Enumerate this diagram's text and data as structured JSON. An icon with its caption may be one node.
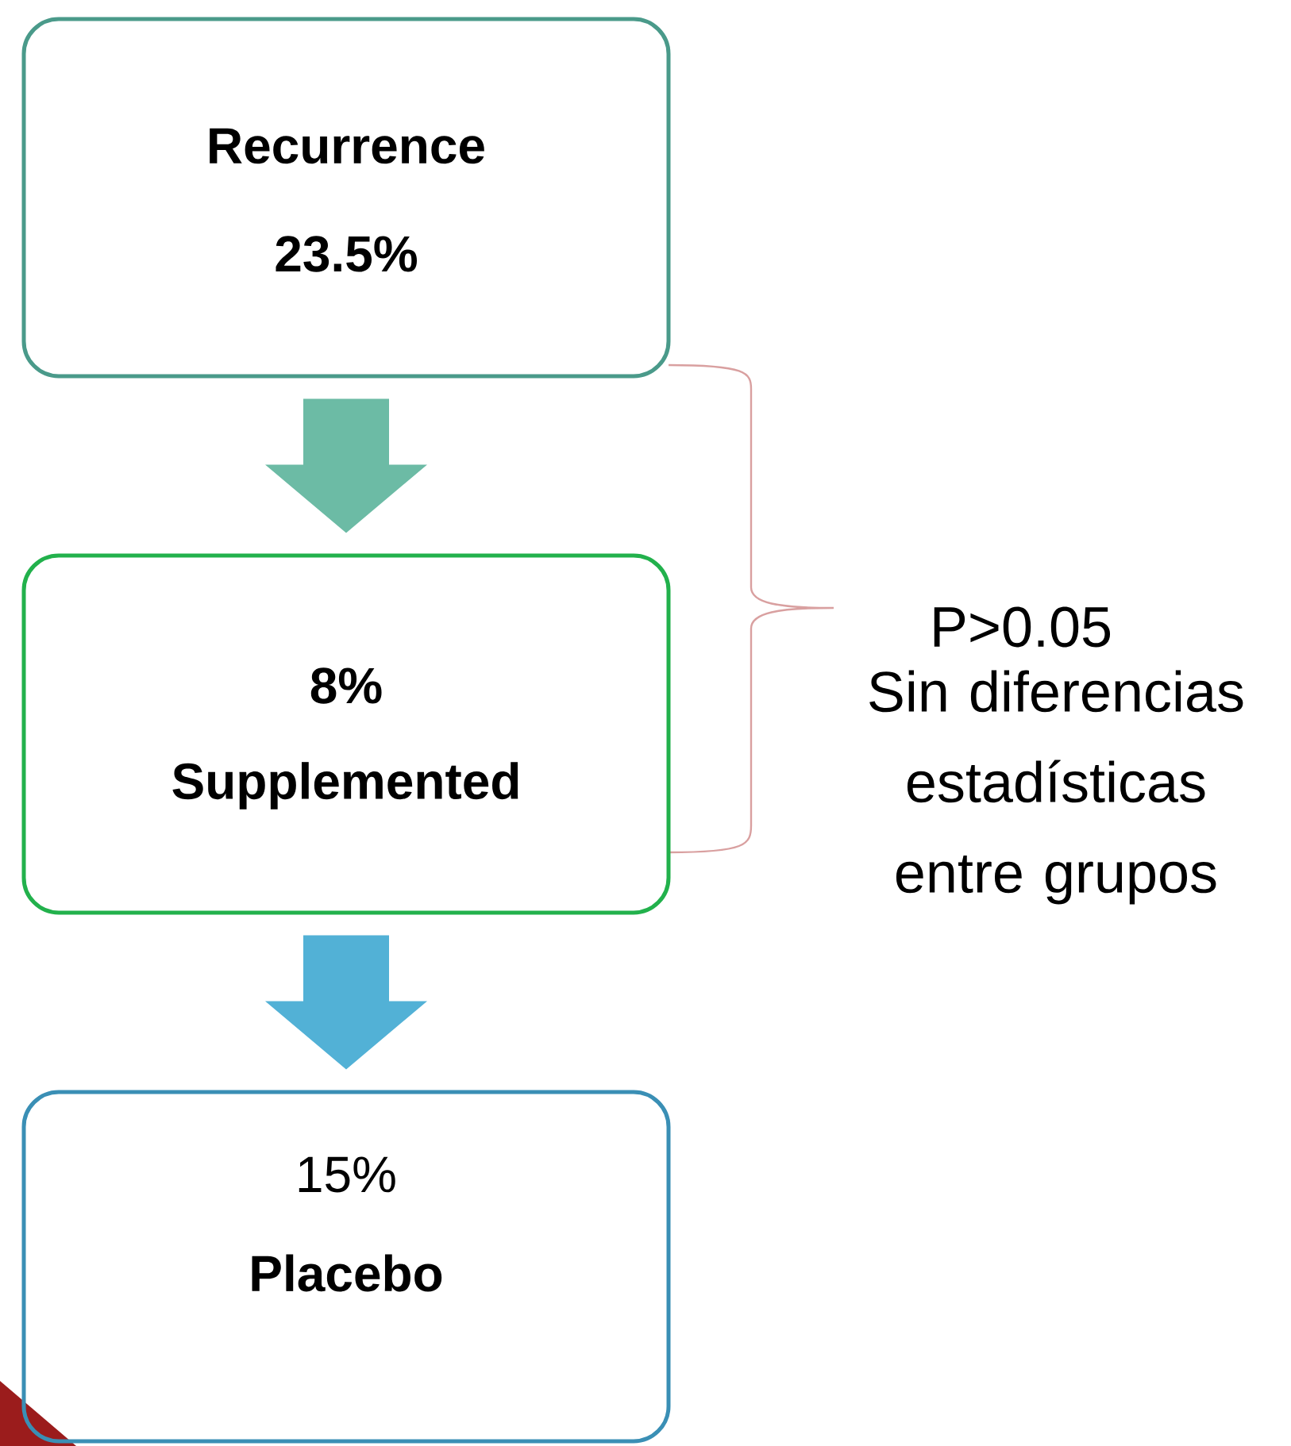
{
  "diagram": {
    "nodes": [
      {
        "text": [
          "Recurrence",
          "23.5%"
        ]
      },
      {
        "text": [
          "8%",
          "Supplemented"
        ]
      },
      {
        "text": [
          "15%",
          "Placebo"
        ]
      }
    ],
    "edges": [
      {
        "from": 0,
        "to": 1,
        "arrow": "to",
        "color": "#6cbba5"
      },
      {
        "from": 1,
        "to": 2,
        "arrow": "to",
        "color": "#52b1d6"
      }
    ],
    "labels": [
      "P>0.05",
      "Sin diferencias estadísticas entre grupos"
    ]
  }
}
